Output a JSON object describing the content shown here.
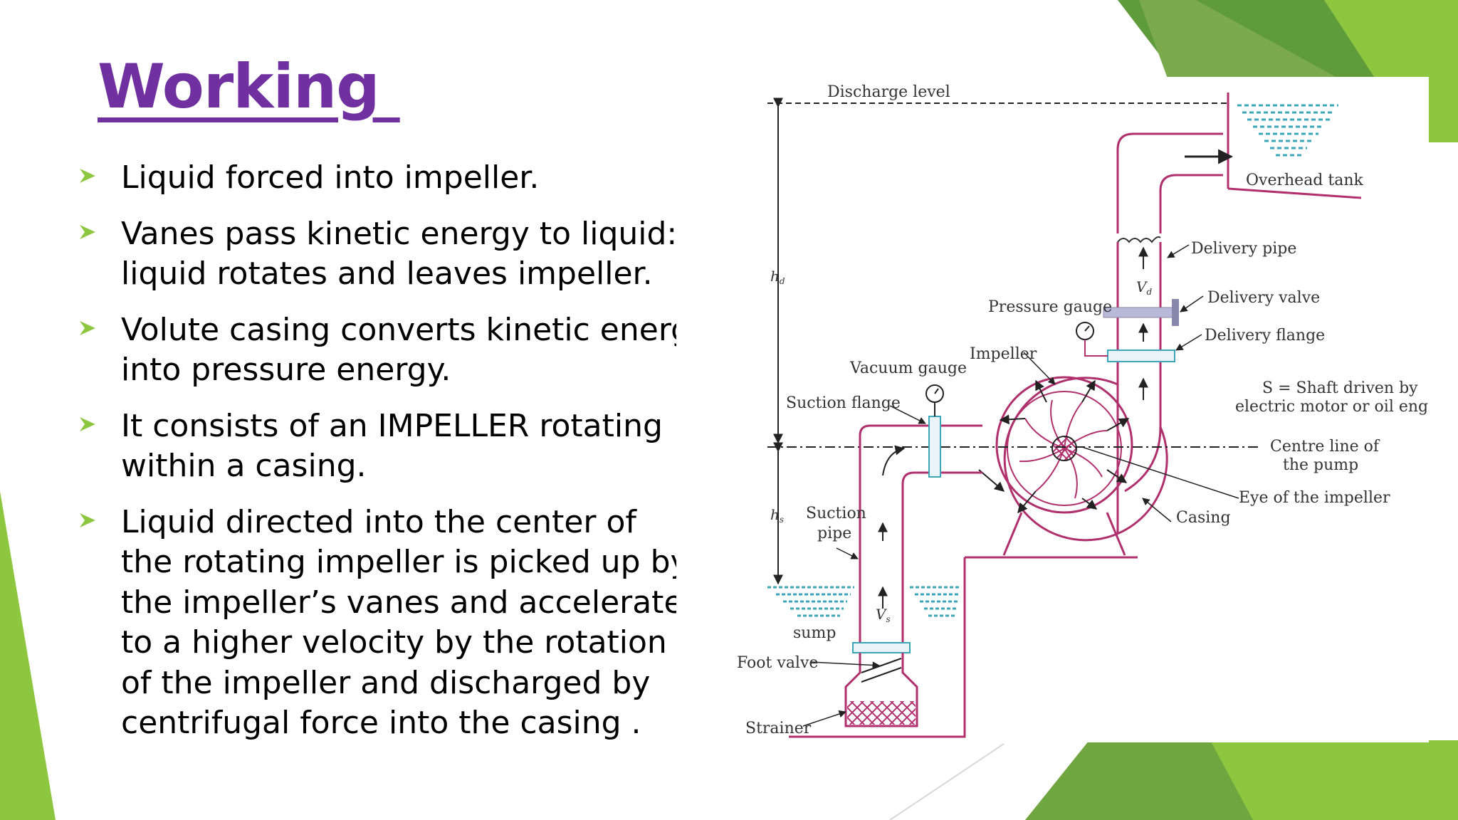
{
  "title": "Working ",
  "colors": {
    "title": "#7030a0",
    "bullet_marker": "#8dc63f",
    "accent_green_dark": "#5d9a35",
    "accent_green_light": "#8dc63f",
    "pipe": "#b0306e",
    "water": "#3aa6b8"
  },
  "bullet_icon": "arrow-bullet-icon",
  "bullets": [
    {
      "lines": [
        "Liquid forced into impeller."
      ]
    },
    {
      "lines": [
        "Vanes pass kinetic energy to liquid:",
        "liquid rotates and leaves impeller."
      ]
    },
    {
      "lines": [
        "Volute casing converts kinetic energy",
        "into pressure energy."
      ]
    },
    {
      "lines": [
        "It consists of an IMPELLER rotating",
        "within a casing."
      ]
    },
    {
      "lines": [
        "Liquid directed into the center of",
        "the rotating impeller is picked up by",
        "the impeller’s vanes and accelerated",
        "to a higher velocity by the rotation",
        "of the impeller and discharged by",
        "centrifugal force into the casing ."
      ]
    }
  ],
  "diagram": {
    "discharge_level": "Discharge level",
    "overhead_tank": "Overhead tank",
    "delivery_pipe": "Delivery pipe",
    "delivery_valve": "Delivery valve",
    "delivery_flange": "Delivery flange",
    "pressure_gauge": "Pressure gauge",
    "impeller": "Impeller",
    "vacuum_gauge": "Vacuum gauge",
    "suction_flange": "Suction flange",
    "shaft_line1": "S = Shaft driven by",
    "shaft_line2": "electric motor or oil engine",
    "centre_line1": "Centre line of",
    "centre_line2": "the pump",
    "eye": "Eye of the impeller",
    "casing": "Casing",
    "suction_line1": "Suction",
    "suction_line2": "pipe",
    "sump": "sump",
    "foot_valve": "Foot valve",
    "strainer": "Strainer",
    "hd": "h",
    "hd_sub": "d",
    "hs": "h",
    "hs_sub": "s",
    "vd": "V",
    "vd_sub": "d",
    "vs": "V",
    "vs_sub": "s"
  }
}
